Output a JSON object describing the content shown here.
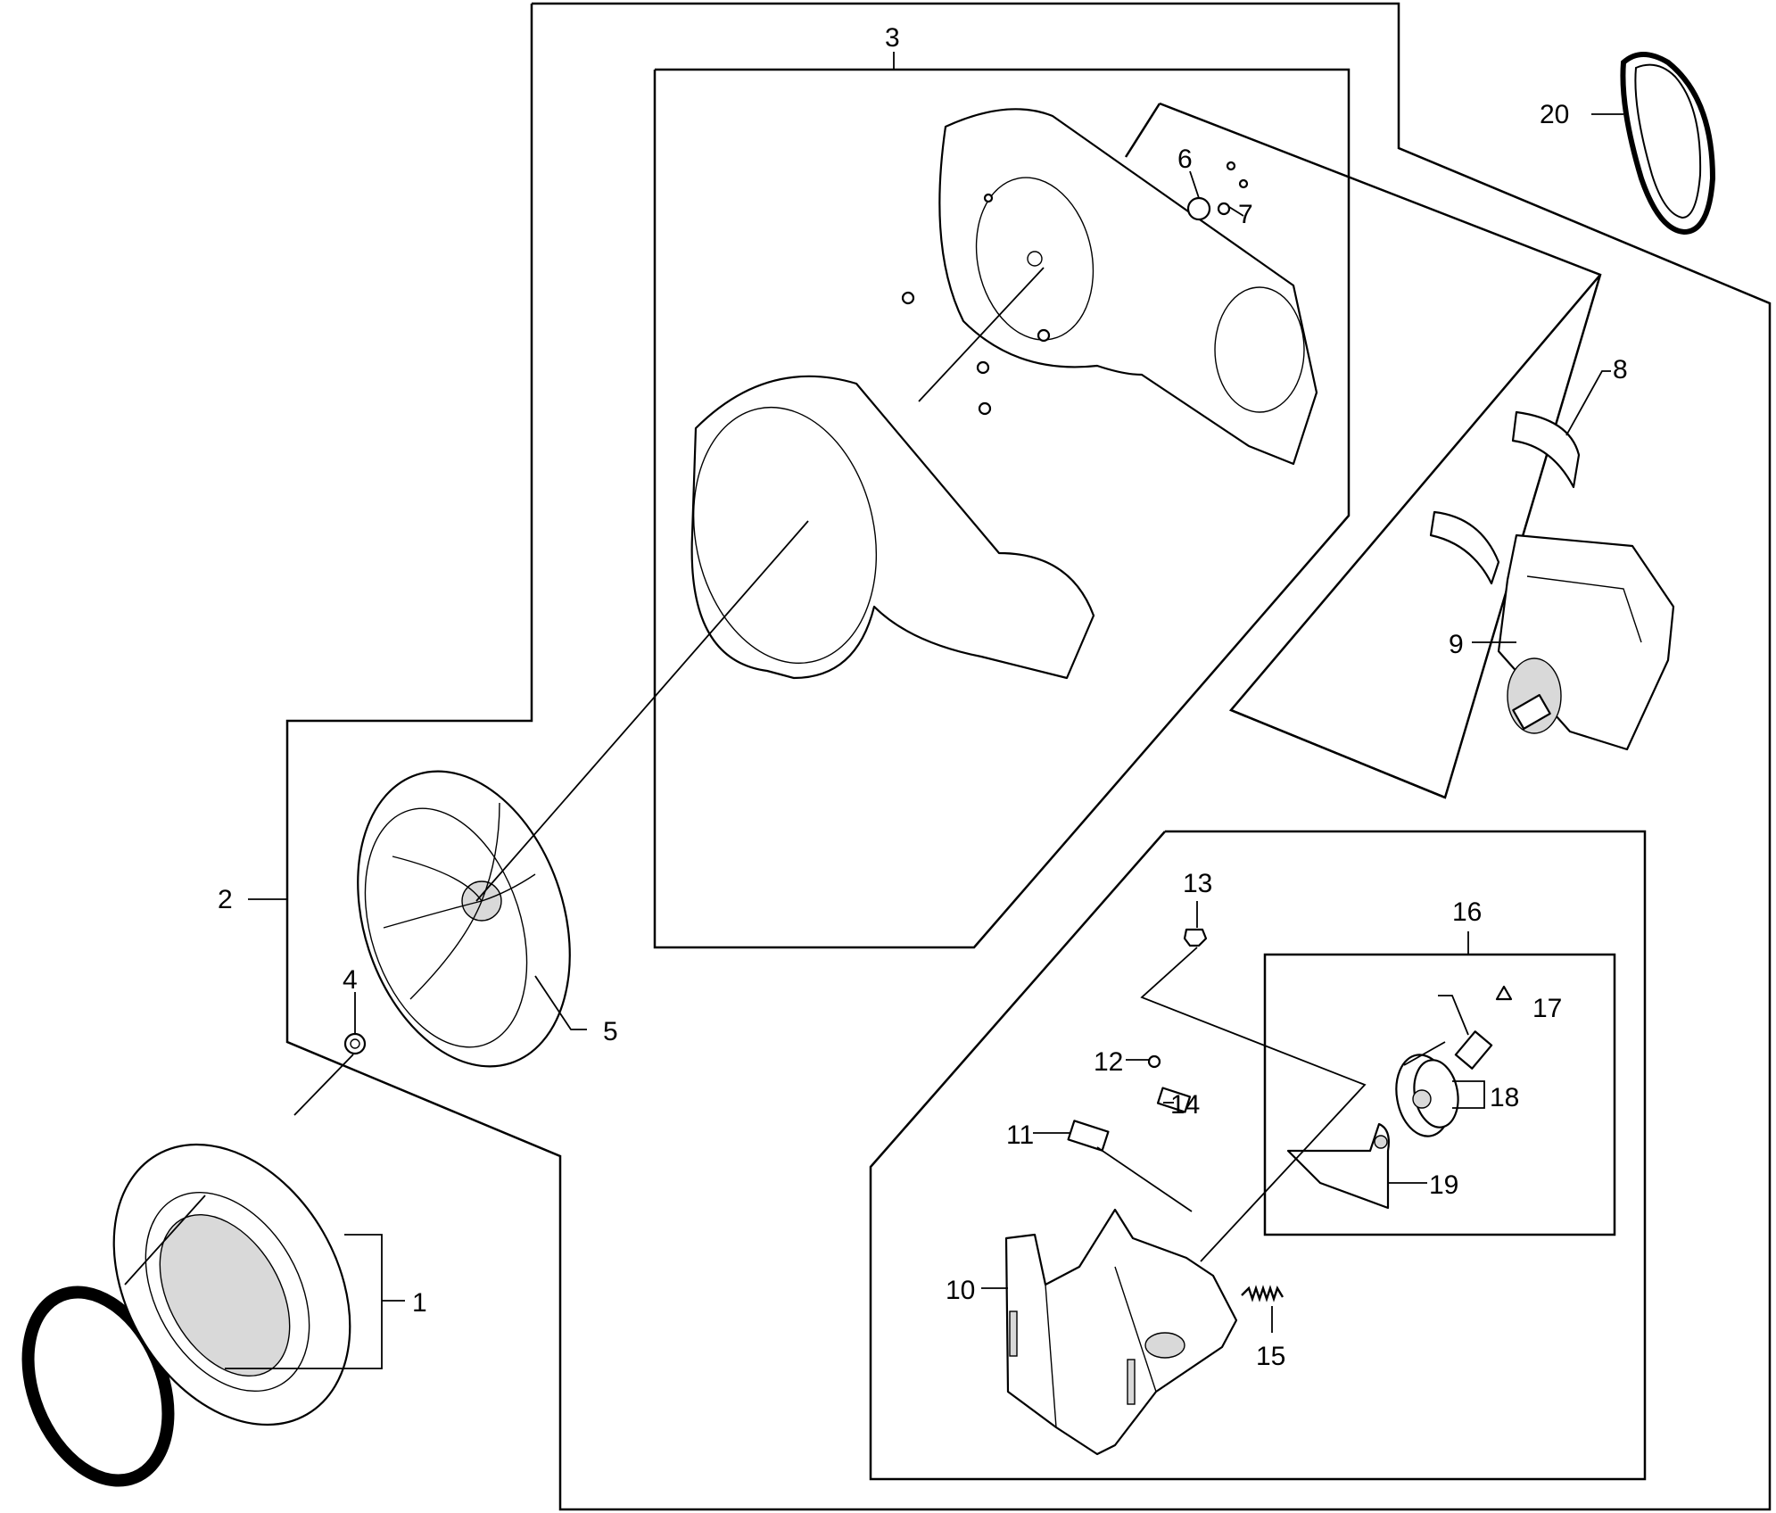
{
  "callouts": [
    {
      "id": "1",
      "label": "1"
    },
    {
      "id": "2",
      "label": "2"
    },
    {
      "id": "3",
      "label": "3"
    },
    {
      "id": "4",
      "label": "4"
    },
    {
      "id": "5",
      "label": "5"
    },
    {
      "id": "6",
      "label": "6"
    },
    {
      "id": "7",
      "label": "7"
    },
    {
      "id": "8",
      "label": "8"
    },
    {
      "id": "9",
      "label": "9"
    },
    {
      "id": "10",
      "label": "10"
    },
    {
      "id": "11",
      "label": "11"
    },
    {
      "id": "12",
      "label": "12"
    },
    {
      "id": "13",
      "label": "13"
    },
    {
      "id": "14",
      "label": "14"
    },
    {
      "id": "15",
      "label": "15"
    },
    {
      "id": "16",
      "label": "16"
    },
    {
      "id": "17",
      "label": "17"
    },
    {
      "id": "18",
      "label": "18"
    },
    {
      "id": "19",
      "label": "19"
    },
    {
      "id": "20",
      "label": "20"
    }
  ],
  "parts": [
    {
      "id": "gasket-ring",
      "icon": "gasket-ring-icon"
    },
    {
      "id": "blower-inlet-flange",
      "icon": "flange-icon"
    },
    {
      "id": "blower-housing-assembly",
      "icon": "housing-icon"
    },
    {
      "id": "nut",
      "icon": "nut-icon"
    },
    {
      "id": "blower-wheel",
      "icon": "blower-wheel-icon"
    },
    {
      "id": "motor",
      "icon": "motor-icon"
    },
    {
      "id": "motor-clips",
      "icon": "clip-icon"
    },
    {
      "id": "idler-bracket",
      "icon": "bracket-icon"
    },
    {
      "id": "idler-pulley-assembly",
      "icon": "pulley-icon"
    },
    {
      "id": "drive-belt",
      "icon": "belt-icon"
    }
  ]
}
